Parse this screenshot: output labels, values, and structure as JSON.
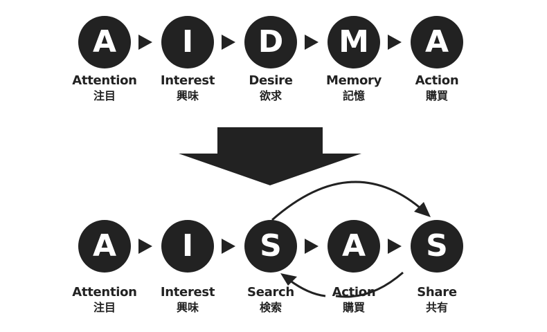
{
  "colors": {
    "circle": "#222222",
    "background": "#ffffff",
    "text": "#222222"
  },
  "aidma": {
    "steps": [
      {
        "letter": "A",
        "en": "Attention",
        "jp": "注目"
      },
      {
        "letter": "I",
        "en": "Interest",
        "jp": "興味"
      },
      {
        "letter": "D",
        "en": "Desire",
        "jp": "欲求"
      },
      {
        "letter": "M",
        "en": "Memory",
        "jp": "記憶"
      },
      {
        "letter": "A",
        "en": "Action",
        "jp": "購買"
      }
    ]
  },
  "aisas": {
    "steps": [
      {
        "letter": "A",
        "en": "Attention",
        "jp": "注目"
      },
      {
        "letter": "I",
        "en": "Interest",
        "jp": "興味"
      },
      {
        "letter": "S",
        "en": "Search",
        "jp": "検索"
      },
      {
        "letter": "A",
        "en": "Action",
        "jp": "購買"
      },
      {
        "letter": "S",
        "en": "Share",
        "jp": "共有"
      }
    ]
  },
  "transition_arrow": "down-arrow-icon",
  "loop_arrows": [
    "curved-arrow-search-to-share-icon",
    "curved-arrow-share-to-search-icon"
  ]
}
